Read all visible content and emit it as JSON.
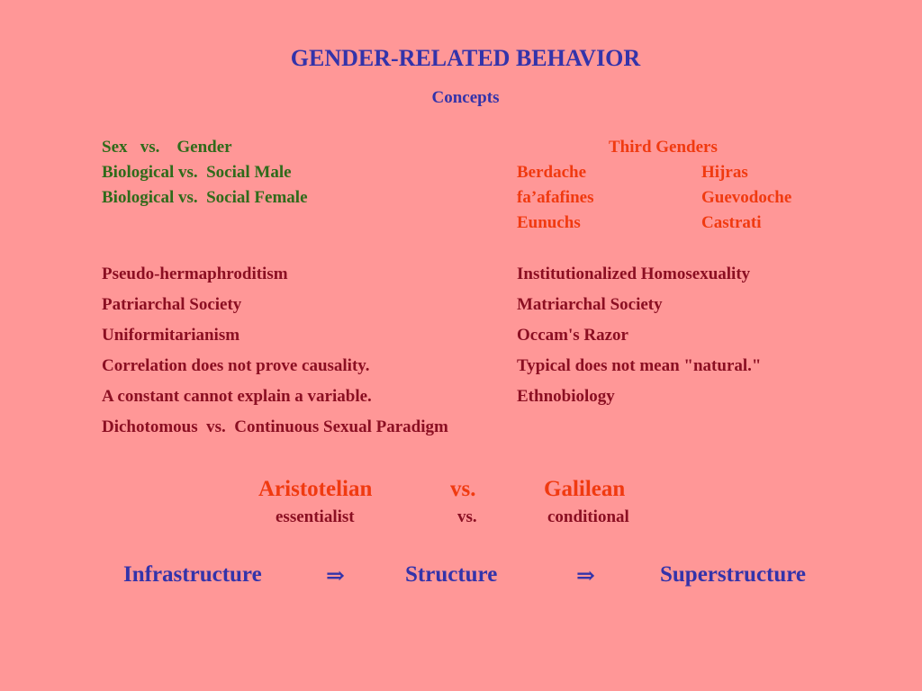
{
  "title": "GENDER-RELATED BEHAVIOR",
  "subtitle": "Concepts",
  "left_concepts": [
    "Sex   vs.    Gender",
    "Biological vs.  Social Male",
    "Biological vs.  Social Female"
  ],
  "third_genders": {
    "heading": "Third Genders",
    "col1": [
      "Berdache",
      "fa’afafines",
      "Eunuchs"
    ],
    "col2": [
      "Hijras",
      "Guevodoche",
      "Castrati"
    ]
  },
  "pairs_left": [
    "Pseudo-hermaphroditism",
    "Patriarchal Society",
    "Uniformitarianism",
    "Correlation does not prove causality.",
    "A constant cannot explain a variable.",
    "Dichotomous  vs.  Continuous Sexual Paradigm"
  ],
  "pairs_right": [
    "Institutionalized Homosexuality",
    "Matriarchal Society",
    "Occam's Razor",
    "Typical does not mean \"natural.\"",
    "Ethnobiology"
  ],
  "aristotelian": {
    "left": "Aristotelian",
    "vs": "vs.",
    "right": "Galilean"
  },
  "essentialist": {
    "left": "essentialist",
    "vs": "vs.",
    "right": "conditional"
  },
  "structure_chain": {
    "item1": "Infrastructure",
    "arrow1": "⇒",
    "item2": "Structure",
    "arrow2": "⇒",
    "item3": "Superstructure"
  }
}
